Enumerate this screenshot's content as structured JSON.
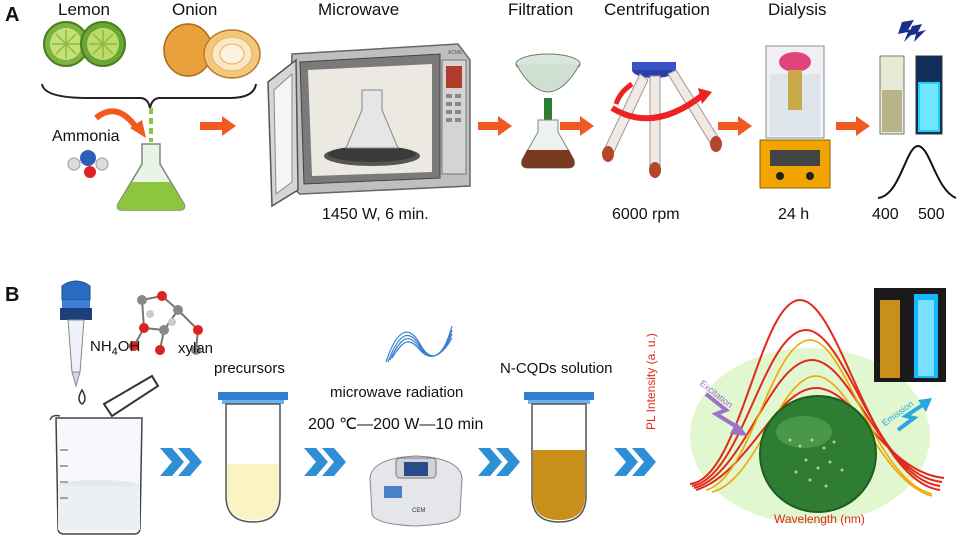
{
  "panel_a": {
    "letter": "A",
    "lemon_label": "Lemon",
    "onion_label": "Onion",
    "microwave_label": "Microwave",
    "filtration_label": "Filtration",
    "centrifugation_label": "Centrifugation",
    "dialysis_label": "Dialysis",
    "ammonia_label": "Ammonia",
    "microwave_condition": "1450 W, 6 min.",
    "centrifuge_speed": "6000 rpm",
    "dialysis_time": "24 h",
    "spectrum_tick_1": "400",
    "spectrum_tick_2": "500",
    "microwave_brand": "ACME"
  },
  "panel_b": {
    "letter": "B",
    "reagent_nh4oh": "NH4OH",
    "reagent_main": "NH",
    "reagent_sub": "4",
    "reagent_tail": "OH",
    "xylan_label": "xylan",
    "precursors_label": "precursors",
    "microwave_radiation_label": "microwave radiation",
    "condition_label": "200 ℃—200 W—10 min",
    "ncqds_label": "N-CQDs solution",
    "pl_axis_label": "PL Intensity (a. u.)",
    "wavelength_label": "Wavelength (nm)",
    "excitation_label": "Excitation",
    "emission_label": "Emission",
    "reactor_brand": "CEM"
  },
  "colors": {
    "arrow_orange": "#f05a22",
    "chevron_blue": "#2f8fd6",
    "lime_green": "#8cc63f",
    "sphere_green": "#2f7d32",
    "pl_curve_red": "#e02a1a",
    "emission_cyan": "#29a8e0",
    "excitation_violet": "#a070c8",
    "solution_amber": "#c8901a",
    "precursor_pale": "#fbf3c4"
  }
}
